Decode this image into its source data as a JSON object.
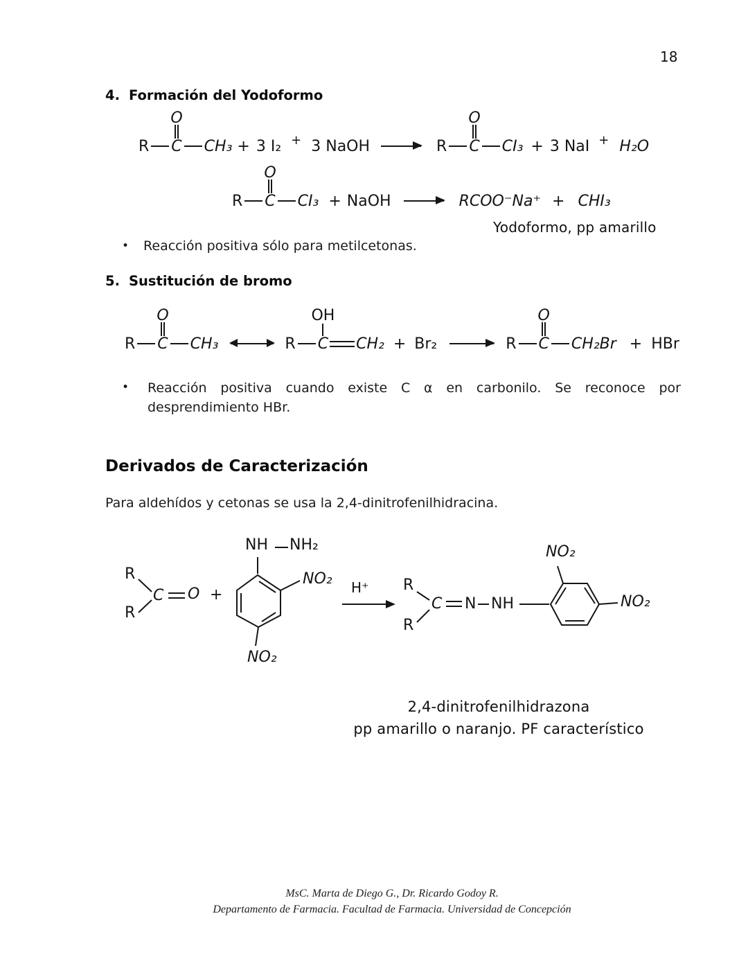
{
  "page_number": "18",
  "heading4": {
    "num": "4.",
    "title": "Formación del Yodoformo"
  },
  "rxn_iodoform_1": {
    "r1": "R",
    "o1": "O",
    "c1": "C",
    "ch3": "CH₃",
    "plus1": "+",
    "i2": "3 I₂",
    "plus2": "+",
    "naoh": "3 NaOH",
    "r2": "R",
    "o2": "O",
    "c2": "C",
    "ci3": "CI₃",
    "plus3": "+",
    "nai": "3 NaI",
    "plus4": "+",
    "h2o": "H₂O"
  },
  "rxn_iodoform_2": {
    "r": "R",
    "o": "O",
    "c": "C",
    "ci3": "CI₃",
    "plus1": "+",
    "naoh": "NaOH",
    "product": "RCOO⁻Na⁺",
    "plus2": "+",
    "chi3": "CHI₃",
    "note": "Yodoformo, pp amarillo"
  },
  "bullet1": "Reacción positiva sólo para metilcetonas.",
  "heading5": {
    "num": "5.",
    "title": "Sustitución de bromo"
  },
  "rxn_bromo": {
    "r1": "R",
    "o1": "O",
    "c1": "C",
    "ch3": "CH₃",
    "r2": "R",
    "oh": "OH",
    "c2": "C",
    "ch2": "CH₂",
    "plus1": "+",
    "br2": "Br₂",
    "r3": "R",
    "o3": "O",
    "c3": "C",
    "ch2br": "CH₂Br",
    "plus2": "+",
    "hbr": "HBr"
  },
  "bullet2": {
    "line1": "Reacción positiva cuando existe C α en carbonilo. Se reconoce por",
    "line2": "desprendimiento HBr."
  },
  "heading_main": "Derivados de Caracterización",
  "paragraph": "Para aldehídos y cetonas se usa la 2,4-dinitrofenilhidracina.",
  "scheme": {
    "r_top": "R",
    "r_bottom": "R",
    "c": "C",
    "o": "O",
    "plus": "+",
    "nh": "NH",
    "nh2": "NH₂",
    "no2_ortho": "NO₂",
    "no2_para": "NO₂",
    "h_plus": "H⁺",
    "p_r_top": "R",
    "p_r_bottom": "R",
    "p_c": "C",
    "p_n": "N",
    "p_nh": "NH",
    "p_no2_top": "NO₂",
    "p_no2_right": "NO₂"
  },
  "scheme_caption": {
    "line1": "2,4-dinitrofenilhidrazona",
    "line2": "pp amarillo o naranjo. PF característico"
  },
  "footer": {
    "line1": "MsC.  Marta de Diego G.,  Dr. Ricardo Godoy R.",
    "line2": "Departamento de Farmacia. Facultad de Farmacia. Universidad de Concepción"
  }
}
